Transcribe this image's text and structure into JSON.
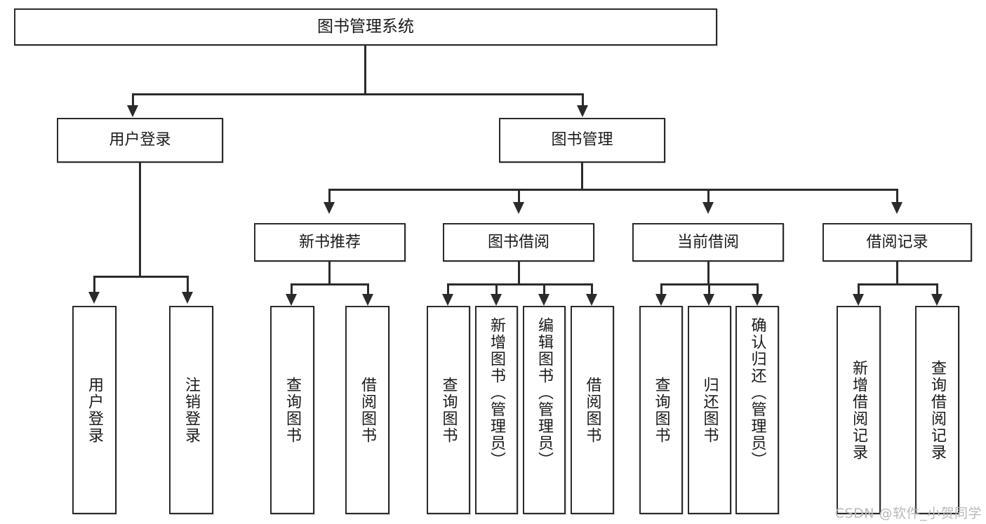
{
  "diagram": {
    "title": "图书管理系统",
    "root": {
      "label": "图书管理系统"
    },
    "level2": [
      {
        "label": "用户登录"
      },
      {
        "label": "图书管理"
      }
    ],
    "level3": [
      {
        "label": "新书推荐"
      },
      {
        "label": "图书借阅"
      },
      {
        "label": "当前借阅"
      },
      {
        "label": "借阅记录"
      }
    ],
    "leaves": {
      "user_login": [
        {
          "label": "用户登录"
        },
        {
          "label": "注销登录"
        }
      ],
      "new_book_recommend": [
        {
          "label": "查询图书"
        },
        {
          "label": "借阅图书"
        }
      ],
      "book_borrow": [
        {
          "label": "查询图书"
        },
        {
          "label": "新增图书（管理员）"
        },
        {
          "label": "编辑图书（管理员）"
        },
        {
          "label": "借阅图书"
        }
      ],
      "current_borrow": [
        {
          "label": "查询图书"
        },
        {
          "label": "归还图书"
        },
        {
          "label": "确认归还（管理员）"
        }
      ],
      "borrow_record": [
        {
          "label": "新增借阅记录"
        },
        {
          "label": "查询借阅记录"
        }
      ]
    },
    "watermark": "CSDN @软件_小贺同学",
    "colors": {
      "stroke": "#2b2b2b",
      "fill": "#ffffff",
      "watermark": "#b9b9b9"
    }
  }
}
